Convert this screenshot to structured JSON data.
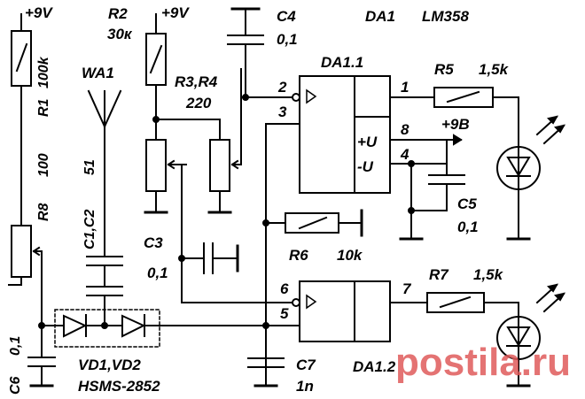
{
  "labels": {
    "plus9v_left": "+9V",
    "r2": "R2",
    "r2_val": "30к",
    "plus9v_mid": "+9V",
    "c4": "C4",
    "c4_val": "0,1",
    "da1": "DA1",
    "lm358": "LM358",
    "r1": "R1",
    "r1_val": "100k",
    "wa1": "WA1",
    "r3r4": "R3,R4",
    "r3r4_val": "220",
    "da11": "DA1.1",
    "pin2": "2",
    "pin3": "3",
    "pin1": "1",
    "pin8": "8",
    "pin4": "4",
    "r5": "R5",
    "r5_val": "1,5k",
    "plus9b": "+9B",
    "plusU": "+U",
    "minusU": "-U",
    "c5": "C5",
    "c5_val": "0,1",
    "r8": "R8",
    "r8_val": "100",
    "c1c2": "C1,C2",
    "c1c2_val": "51",
    "c3": "C3",
    "c3_val": "0,1",
    "r6": "R6",
    "r6_val": "10k",
    "pin6": "6",
    "pin5": "5",
    "pin7": "7",
    "r7": "R7",
    "r7_val": "1,5k",
    "c6": "C6",
    "c6_val": "0,1",
    "vd1vd2": "VD1,VD2",
    "hsms": "HSMS-2852",
    "c7": "C7",
    "c7_val": "1n",
    "da12": "DA1.2",
    "watermark": "postila.ru"
  }
}
